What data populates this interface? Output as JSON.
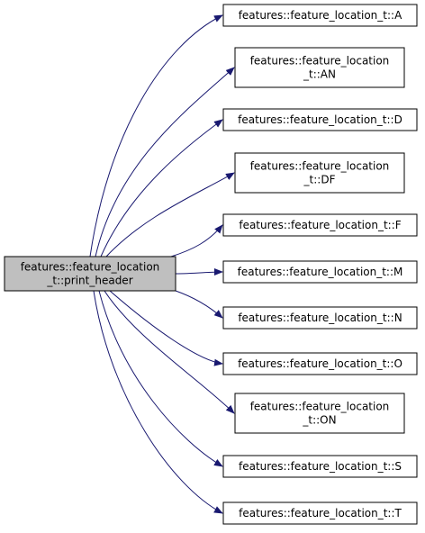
{
  "style": {
    "edge_color": "#191970",
    "source_fill": "#bfbfbf",
    "target_fill": "#ffffff",
    "border_color": "#000000"
  },
  "source": {
    "lines": [
      "features::feature_location",
      "_t::print_header"
    ]
  },
  "targets": [
    {
      "name": "A",
      "lines": [
        "features::feature_location_t::A"
      ]
    },
    {
      "name": "AN",
      "lines": [
        "features::feature_location",
        "_t::AN"
      ]
    },
    {
      "name": "D",
      "lines": [
        "features::feature_location_t::D"
      ]
    },
    {
      "name": "DF",
      "lines": [
        "features::feature_location",
        "_t::DF"
      ]
    },
    {
      "name": "F",
      "lines": [
        "features::feature_location_t::F"
      ]
    },
    {
      "name": "M",
      "lines": [
        "features::feature_location_t::M"
      ]
    },
    {
      "name": "N",
      "lines": [
        "features::feature_location_t::N"
      ]
    },
    {
      "name": "O",
      "lines": [
        "features::feature_location_t::O"
      ]
    },
    {
      "name": "ON",
      "lines": [
        "features::feature_location",
        "_t::ON"
      ]
    },
    {
      "name": "S",
      "lines": [
        "features::feature_location_t::S"
      ]
    },
    {
      "name": "T",
      "lines": [
        "features::feature_location_t::T"
      ]
    }
  ]
}
